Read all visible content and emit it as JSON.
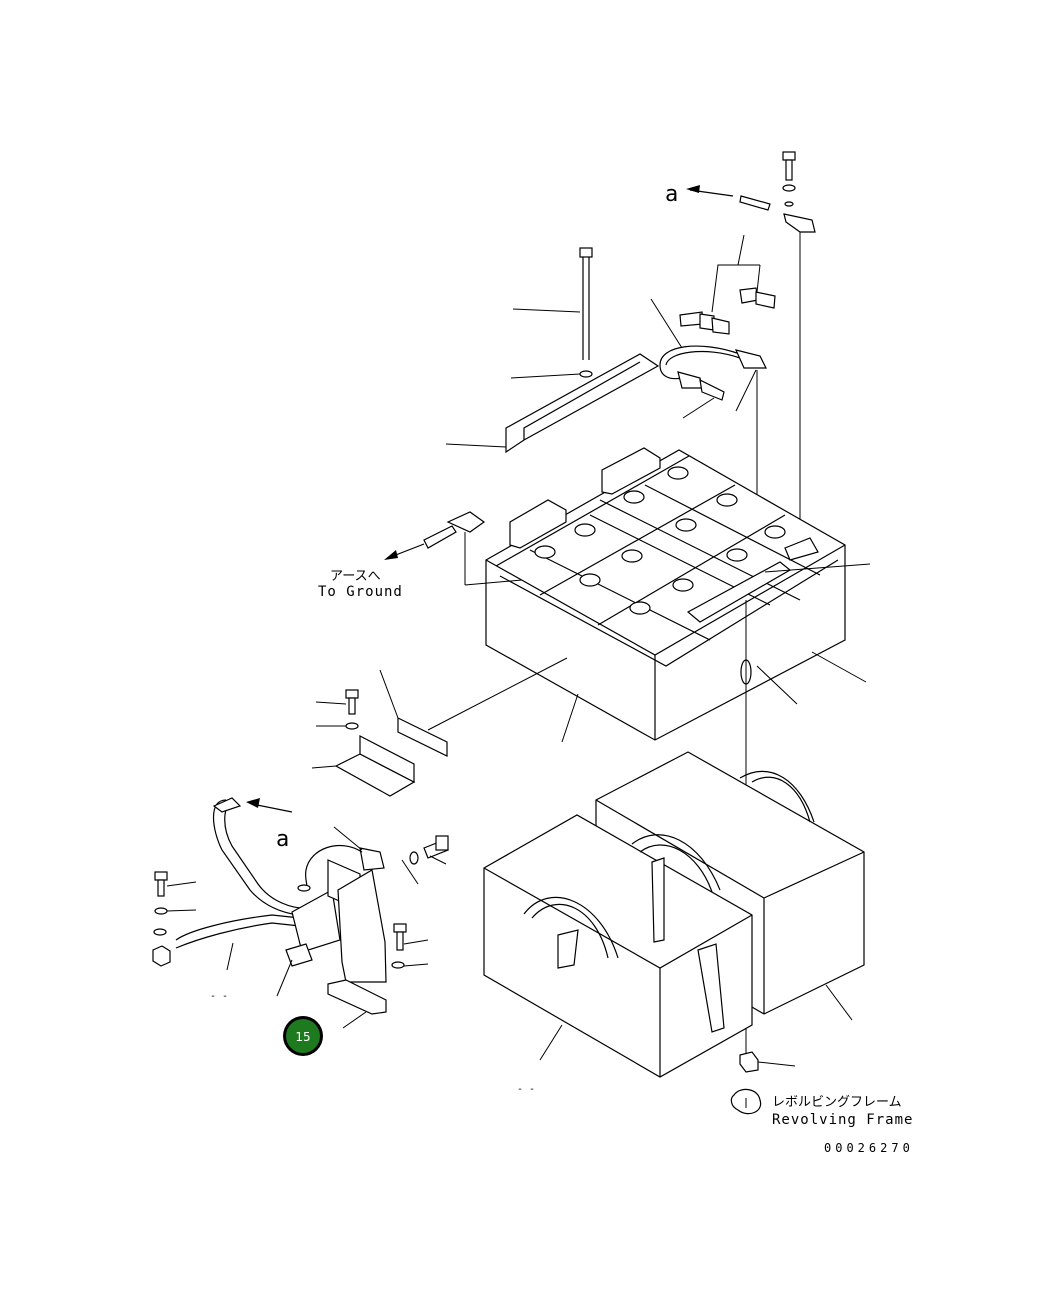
{
  "labels": {
    "arrow_a_top": "a",
    "arrow_a_bottom": "a",
    "to_ground_jp": "アースへ",
    "to_ground_en": "To Ground",
    "revolving_frame_jp": "レボルビングフレーム",
    "revolving_frame_en": "Revolving Frame",
    "drawing_number": "00026270"
  },
  "callout": {
    "number": "15",
    "color": "#1e7a1e"
  }
}
